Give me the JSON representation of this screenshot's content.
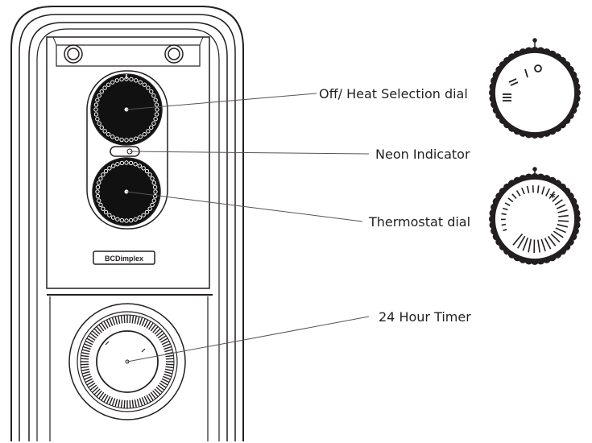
{
  "callouts": {
    "off_heat_selection_dial": "Off/ Heat Selection dial",
    "neon_indicator": "Neon Indicator",
    "thermostat_dial": "Thermostat dial",
    "timer": "24 Hour Timer"
  },
  "brand_logo": "BCDimplex",
  "dial_symbols": {
    "heat_selection": [
      "≡",
      "=",
      "I",
      "O"
    ],
    "thermostat_frost": "*"
  },
  "colors": {
    "line": "#231f20",
    "dial_fill": "#111111",
    "background": "#ffffff"
  }
}
